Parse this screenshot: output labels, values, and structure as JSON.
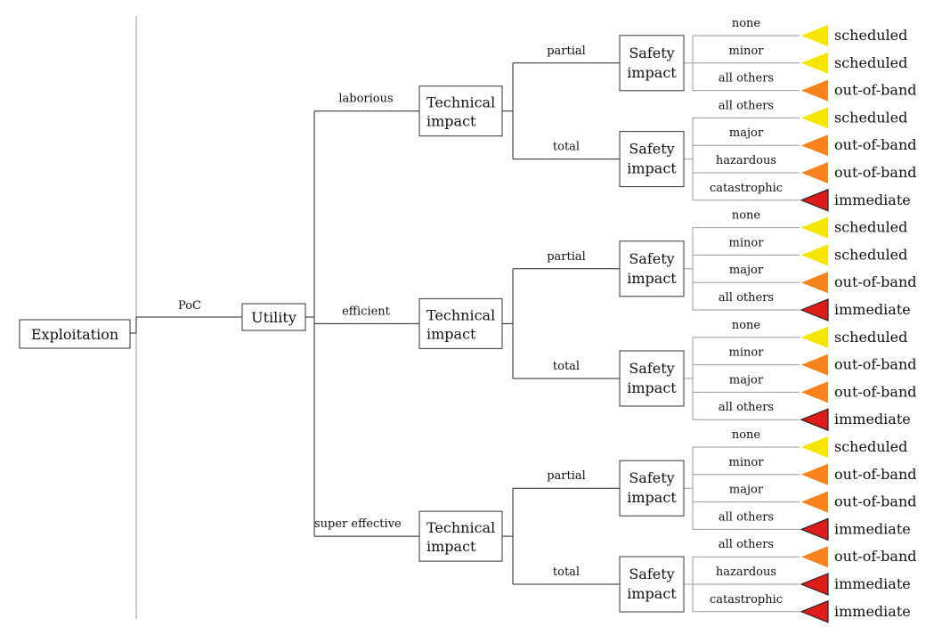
{
  "root": {
    "label": "Exploitation",
    "edge": "PoC"
  },
  "utility": {
    "label": "Utility"
  },
  "technical_label": [
    "Technical",
    "impact"
  ],
  "safety_label": [
    "Safety",
    "impact"
  ],
  "colors": {
    "scheduled": "#f5e500",
    "out-of-band": "#f7821e",
    "immediate": "#e01b1b"
  },
  "branches": [
    {
      "label": "laborious",
      "children": [
        {
          "label": "partial",
          "leaves": [
            {
              "edge": "none",
              "outcome": "scheduled"
            },
            {
              "edge": "minor",
              "outcome": "scheduled"
            },
            {
              "edge": "all others",
              "outcome": "out-of-band"
            }
          ]
        },
        {
          "label": "total",
          "leaves": [
            {
              "edge": "all others",
              "outcome": "scheduled"
            },
            {
              "edge": "major",
              "outcome": "out-of-band"
            },
            {
              "edge": "hazardous",
              "outcome": "out-of-band"
            },
            {
              "edge": "catastrophic",
              "outcome": "immediate"
            }
          ]
        }
      ]
    },
    {
      "label": "efficient",
      "children": [
        {
          "label": "partial",
          "leaves": [
            {
              "edge": "none",
              "outcome": "scheduled"
            },
            {
              "edge": "minor",
              "outcome": "scheduled"
            },
            {
              "edge": "major",
              "outcome": "out-of-band"
            },
            {
              "edge": "all others",
              "outcome": "immediate"
            }
          ]
        },
        {
          "label": "total",
          "leaves": [
            {
              "edge": "none",
              "outcome": "scheduled"
            },
            {
              "edge": "minor",
              "outcome": "out-of-band"
            },
            {
              "edge": "major",
              "outcome": "out-of-band"
            },
            {
              "edge": "all others",
              "outcome": "immediate"
            }
          ]
        }
      ]
    },
    {
      "label": "super effective",
      "children": [
        {
          "label": "partial",
          "leaves": [
            {
              "edge": "none",
              "outcome": "scheduled"
            },
            {
              "edge": "minor",
              "outcome": "out-of-band"
            },
            {
              "edge": "major",
              "outcome": "out-of-band"
            },
            {
              "edge": "all others",
              "outcome": "immediate"
            }
          ]
        },
        {
          "label": "total",
          "leaves": [
            {
              "edge": "all others",
              "outcome": "out-of-band"
            },
            {
              "edge": "hazardous",
              "outcome": "immediate"
            },
            {
              "edge": "catastrophic",
              "outcome": "immediate"
            }
          ]
        }
      ]
    }
  ]
}
